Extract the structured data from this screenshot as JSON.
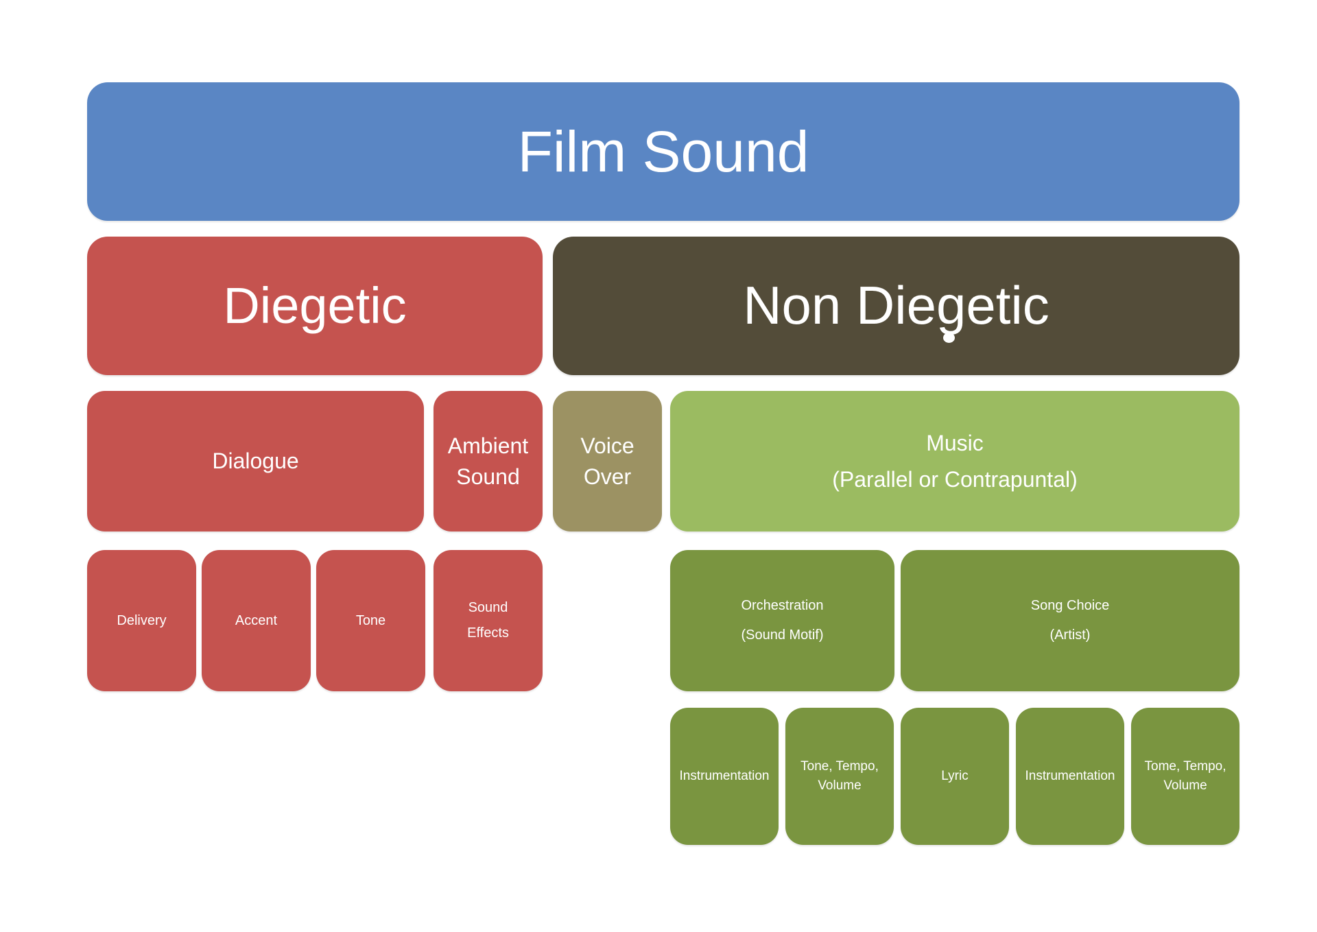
{
  "diagram": {
    "type": "hierarchy",
    "title": "Film Sound",
    "background": "#FFFFFF",
    "text_color": "#FFFFFF",
    "colors": {
      "root_blue": "#5A86C4",
      "diegetic_red": "#C5534F",
      "non_diegetic_olive": "#534C39",
      "voice_over_khaki": "#9C9263",
      "music_light_green": "#9BBB61",
      "music_sub_green": "#7A9540"
    },
    "nodes": {
      "film_sound": {
        "label": "Film Sound"
      },
      "diegetic": {
        "label": "Diegetic"
      },
      "non_diegetic": {
        "label": "Non Diegetic"
      },
      "dialogue": {
        "label": "Dialogue"
      },
      "ambient_sound": {
        "line1": "Ambient",
        "line2": "Sound"
      },
      "voice_over": {
        "line1": "Voice",
        "line2": "Over"
      },
      "music": {
        "line1": "Music",
        "line2": "(Parallel or Contrapuntal)"
      },
      "delivery": {
        "label": "Delivery"
      },
      "accent": {
        "label": "Accent"
      },
      "tone": {
        "label": "Tone"
      },
      "sound_effects": {
        "line1": "Sound",
        "line2": "Effects"
      },
      "orchestration": {
        "line1": "Orchestration",
        "line2": "(Sound Motif)"
      },
      "song_choice": {
        "line1": "Song Choice",
        "line2": "(Artist)"
      },
      "instrumentation_left": {
        "label": "Instrumentation"
      },
      "tone_tempo_volume": {
        "line1": "Tone, Tempo,",
        "line2": "Volume"
      },
      "lyric": {
        "label": "Lyric"
      },
      "instrumentation_right": {
        "label": "Instrumentation"
      },
      "tome_tempo_volume": {
        "line1": "Tome, Tempo,",
        "line2": "Volume"
      }
    }
  }
}
